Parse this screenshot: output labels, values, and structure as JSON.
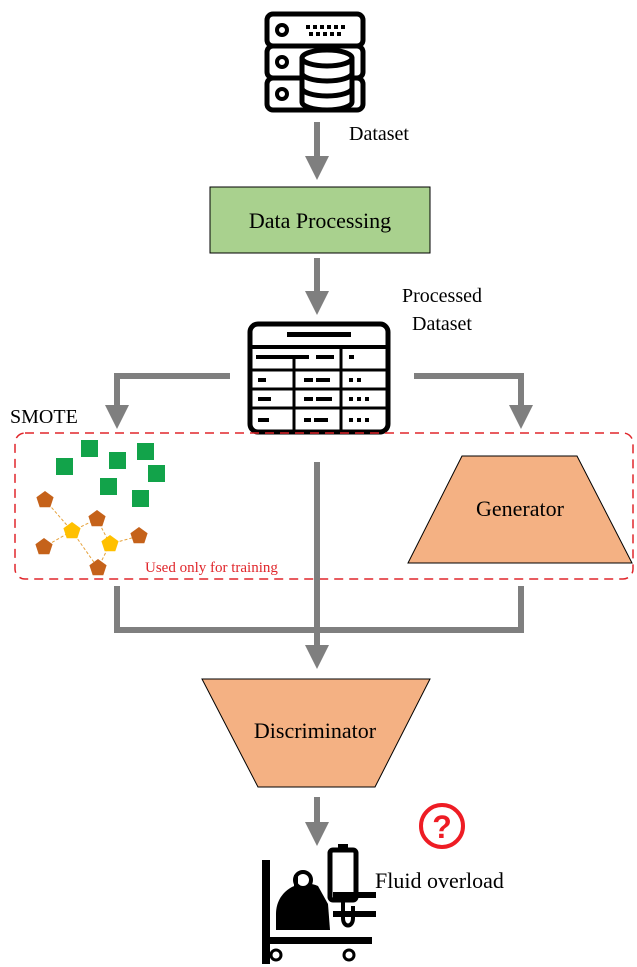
{
  "labels": {
    "dataset": "Dataset",
    "data_processing": "Data Processing",
    "processed_line1": "Processed",
    "processed_line2": "Dataset",
    "smote": "SMOTE",
    "generator": "Generator",
    "training_note": "Used only for training",
    "discriminator": "Discriminator",
    "fluid_overload": "Fluid overload",
    "question_mark": "?"
  },
  "colors": {
    "arrow": "#7f7f7f",
    "processing_fill": "#a9d18e",
    "processing_stroke": "#000000",
    "trapezoid_fill": "#f4b183",
    "dashed_border": "#e0262b",
    "green_square": "#12a34a",
    "orange_pentagon": "#c5621a",
    "yellow_pentagon": "#ffc000",
    "question_red": "#ee1c24",
    "icon": "#000000"
  },
  "icons": [
    "database-server-icon",
    "table-icon",
    "patient-bed-iv-icon",
    "question-mark-icon"
  ]
}
